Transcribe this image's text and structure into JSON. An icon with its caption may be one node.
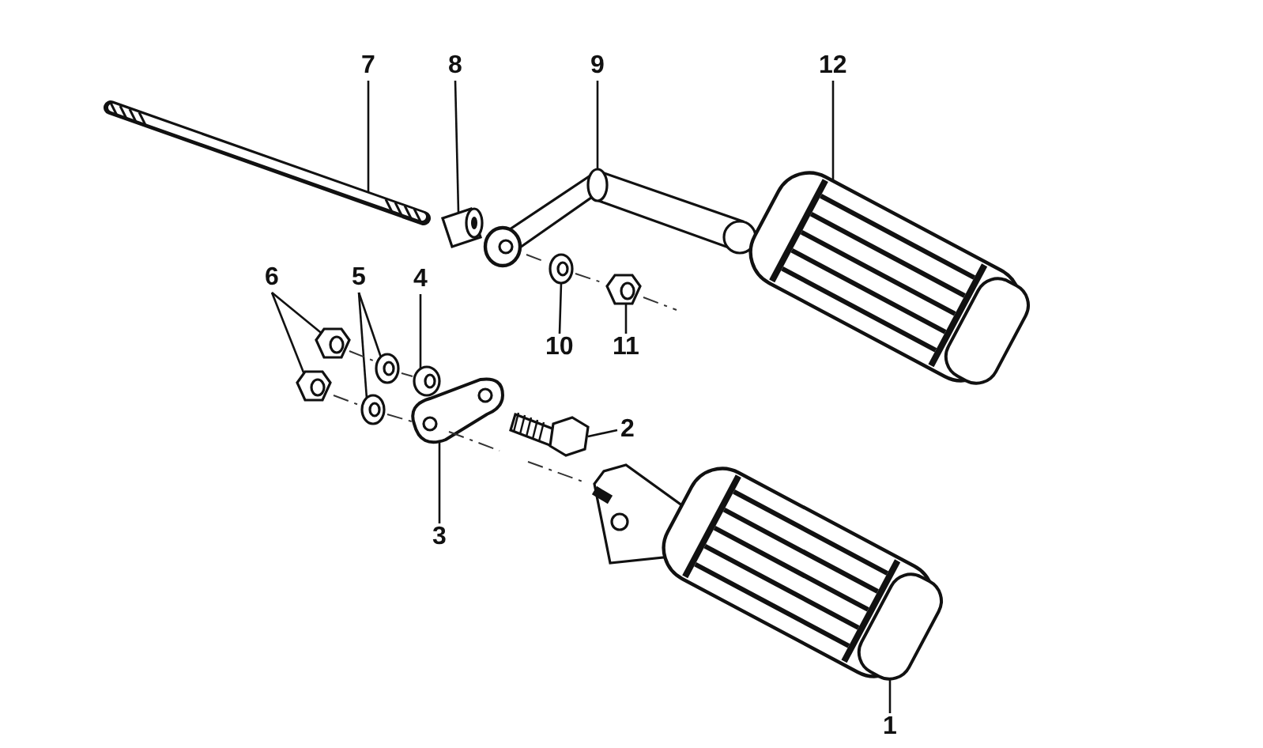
{
  "diagram": {
    "nodes": [
      {
        "text": [
          "7"
        ]
      },
      {
        "text": [
          "8"
        ]
      },
      {
        "text": [
          "9"
        ]
      },
      {
        "text": [
          "12"
        ]
      },
      {
        "text": [
          "6"
        ]
      },
      {
        "text": [
          "5"
        ]
      },
      {
        "text": [
          "4"
        ]
      },
      {
        "text": [
          "10"
        ]
      },
      {
        "text": [
          "11"
        ]
      },
      {
        "text": [
          "2"
        ]
      },
      {
        "text": [
          "3"
        ]
      },
      {
        "text": [
          "1"
        ]
      },
      {
        "text": [],
        "shape": "picture"
      },
      {
        "text": [],
        "shape": "picture"
      },
      {
        "text": [],
        "shape": "picture"
      },
      {
        "text": [],
        "shape": "picture"
      },
      {
        "text": [],
        "shape": "picture"
      },
      {
        "text": [],
        "shape": "picture"
      },
      {
        "text": [],
        "shape": "picture"
      },
      {
        "text": [],
        "shape": "picture"
      },
      {
        "text": [],
        "shape": "picture"
      },
      {
        "text": [],
        "shape": "picture"
      },
      {
        "text": [],
        "shape": "picture"
      },
      {
        "text": [],
        "shape": "picture"
      },
      {
        "text": [],
        "shape": "picture"
      },
      {
        "text": [],
        "shape": "picture"
      }
    ],
    "edges": [
      {
        "from": 0,
        "to": 12,
        "arrow": "none"
      },
      {
        "from": 1,
        "to": 13,
        "arrow": "none"
      },
      {
        "from": 2,
        "to": 14,
        "arrow": "none"
      },
      {
        "from": 3,
        "to": 15,
        "arrow": "none"
      },
      {
        "from": 4,
        "to": 16,
        "arrow": "none"
      },
      {
        "from": 4,
        "to": 17,
        "arrow": "none"
      },
      {
        "from": 5,
        "to": 18,
        "arrow": "none"
      },
      {
        "from": 5,
        "to": 19,
        "arrow": "none"
      },
      {
        "from": 6,
        "to": 20,
        "arrow": "none"
      },
      {
        "from": 7,
        "to": 21,
        "arrow": "none"
      },
      {
        "from": 8,
        "to": 22,
        "arrow": "none"
      },
      {
        "from": 9,
        "to": 23,
        "arrow": "none"
      },
      {
        "from": 10,
        "to": 24,
        "arrow": "none"
      },
      {
        "from": 11,
        "to": 25,
        "arrow": "none"
      }
    ]
  }
}
